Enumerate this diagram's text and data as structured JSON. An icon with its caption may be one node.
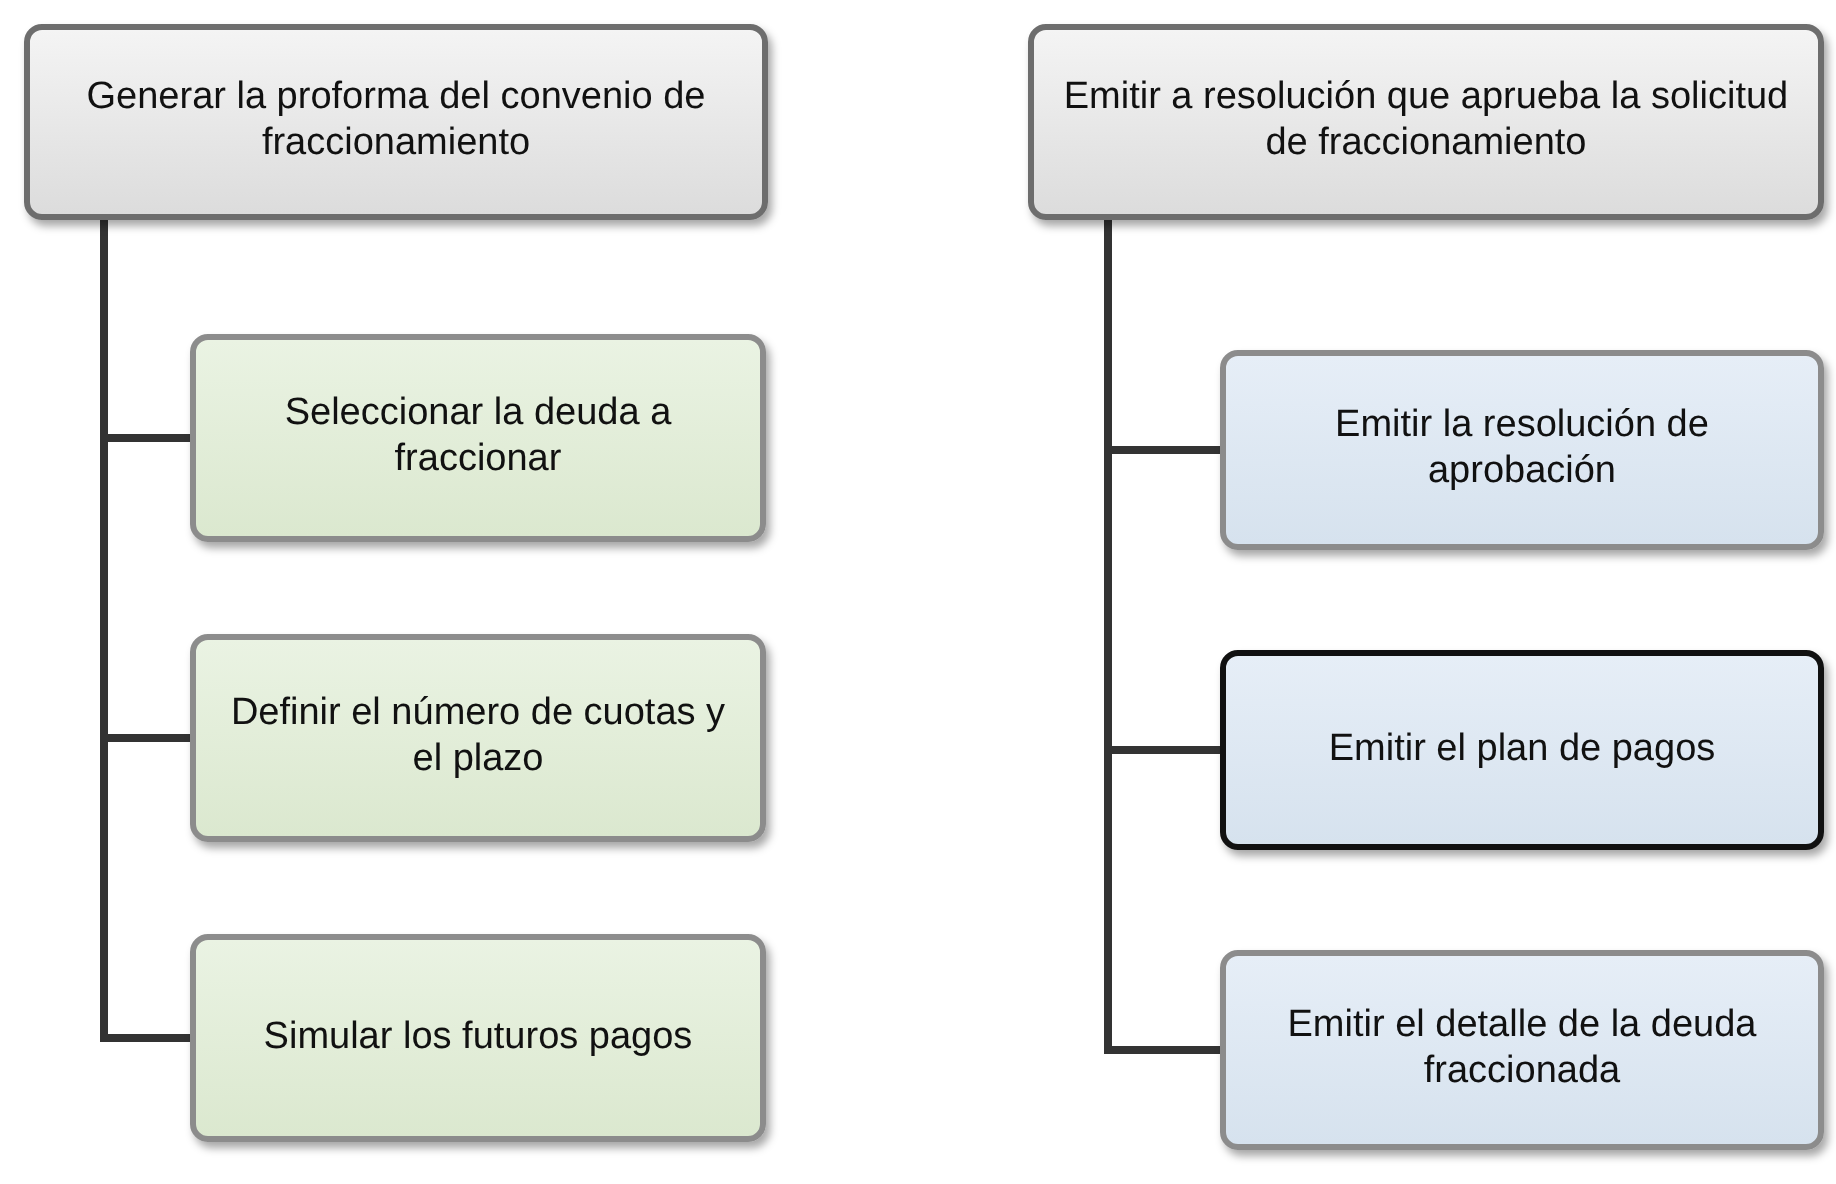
{
  "diagram": {
    "nodes": [
      {
        "text": [
          "Generar la proforma del convenio de fraccionamiento"
        ]
      },
      {
        "text": [
          "Seleccionar la deuda a fraccionar"
        ]
      },
      {
        "text": [
          "Definir el número de cuotas y el plazo"
        ]
      },
      {
        "text": [
          "Simular los futuros pagos"
        ]
      },
      {
        "text": [
          "Emitir a resolución que aprueba la solicitud de fraccionamiento"
        ]
      },
      {
        "text": [
          "Emitir la resolución de aprobación"
        ]
      },
      {
        "text": [
          "Emitir el plan de pagos"
        ]
      },
      {
        "text": [
          "Emitir el detalle de la deuda fraccionada"
        ]
      }
    ],
    "edges": [
      {
        "from": 0,
        "to": 1,
        "arrow": "none"
      },
      {
        "from": 0,
        "to": 2,
        "arrow": "none"
      },
      {
        "from": 0,
        "to": 3,
        "arrow": "none"
      },
      {
        "from": 4,
        "to": 5,
        "arrow": "none"
      },
      {
        "from": 4,
        "to": 6,
        "arrow": "none"
      },
      {
        "from": 4,
        "to": 7,
        "arrow": "none"
      }
    ]
  }
}
